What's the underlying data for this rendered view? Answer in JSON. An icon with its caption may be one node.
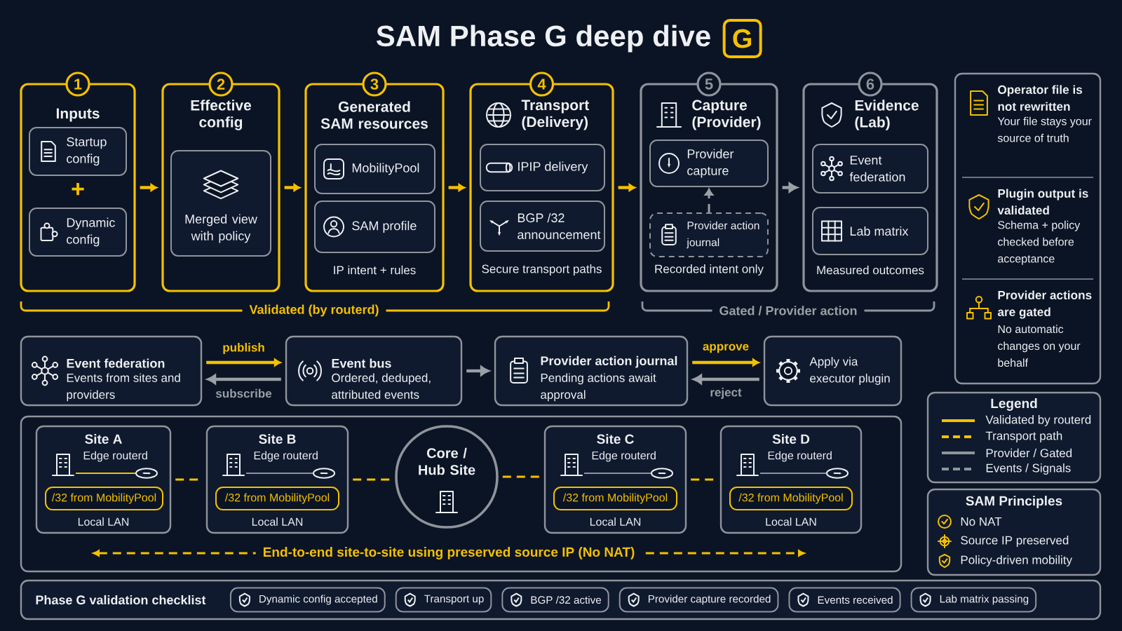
{
  "diagram": {
    "title": "SAM Phase G deep dive",
    "nodes": [
      {
        "text": [
          "1",
          "Inputs"
        ]
      },
      {
        "text": [
          "Startup config"
        ],
        "in": 0
      },
      {
        "text": [
          "Dynamic config"
        ],
        "in": 0
      },
      {
        "text": [
          "2",
          "Effective config"
        ]
      },
      {
        "text": [
          "Merged view with policy"
        ],
        "in": 3
      },
      {
        "text": [
          "3",
          "Generated SAM resources",
          "IP intent + rules"
        ]
      },
      {
        "text": [
          "MobilityPool"
        ],
        "in": 5
      },
      {
        "text": [
          "SAM profile"
        ],
        "in": 5
      },
      {
        "text": [
          "4",
          "Transport (Delivery)",
          "Secure transport paths"
        ]
      },
      {
        "text": [
          "IPIP delivery"
        ],
        "in": 8
      },
      {
        "text": [
          "BGP /32 announcement"
        ],
        "in": 8
      },
      {
        "text": [
          "5",
          "Capture (Provider)",
          "Recorded intent only"
        ]
      },
      {
        "text": [
          "Provider capture"
        ],
        "in": 11
      },
      {
        "text": [
          "Provider action journal"
        ],
        "in": 11
      },
      {
        "text": [
          "6",
          "Evidence (Lab)",
          "Measured outcomes"
        ]
      },
      {
        "text": [
          "Event federation"
        ],
        "in": 14
      },
      {
        "text": [
          "Lab matrix"
        ],
        "in": 14
      },
      {
        "text": [],
        "shape": "box"
      },
      {
        "text": [
          "Operator file is not rewritten",
          "Your file stays your source of truth"
        ],
        "in": 17
      },
      {
        "text": [
          "Plugin output is validated",
          "Schema + policy checked before acceptance"
        ],
        "in": 17
      },
      {
        "text": [
          "Provider actions are gated",
          "No automatic changes on your behalf"
        ],
        "in": 17
      },
      {
        "text": [
          "Event federation",
          "Events from sites and providers"
        ]
      },
      {
        "text": [
          "Event bus",
          "Ordered, deduped, attributed events"
        ]
      },
      {
        "text": [
          "Provider action journal",
          "Pending actions await approval"
        ]
      },
      {
        "text": [
          "Apply via executor plugin"
        ]
      },
      {
        "text": [],
        "shape": "box"
      },
      {
        "text": [
          "Site A",
          "Edge routerd",
          "Local LAN"
        ],
        "in": 25
      },
      {
        "text": [
          "/32 from MobilityPool"
        ],
        "in": 26
      },
      {
        "text": [
          "Site B",
          "Edge routerd",
          "Local LAN"
        ],
        "in": 25
      },
      {
        "text": [
          "/32 from MobilityPool"
        ],
        "in": 28
      },
      {
        "text": [
          "Core / Hub Site"
        ],
        "in": 25
      },
      {
        "text": [
          "Site C",
          "Edge routerd",
          "Local LAN"
        ],
        "in": 25
      },
      {
        "text": [
          "/32 from MobilityPool"
        ],
        "in": 31
      },
      {
        "text": [
          "Site D",
          "Edge routerd",
          "Local LAN"
        ],
        "in": 25
      },
      {
        "text": [
          "/32 from MobilityPool"
        ],
        "in": 33
      },
      {
        "text": [
          "SAM Principles",
          "No NAT",
          "Source IP preserved",
          "Policy-driven mobility"
        ]
      },
      {
        "text": [
          "Phase G validation checklist"
        ]
      },
      {
        "text": [
          "Dynamic config accepted"
        ],
        "in": 36
      },
      {
        "text": [
          "Transport up"
        ],
        "in": 36
      },
      {
        "text": [
          "BGP /32 active"
        ],
        "in": 36
      },
      {
        "text": [
          "Provider capture recorded"
        ],
        "in": 36
      },
      {
        "text": [
          "Events received"
        ],
        "in": 36
      },
      {
        "text": [
          "Lab matrix passing"
        ],
        "in": 36
      }
    ],
    "edges": [
      {
        "from": 0,
        "to": 3,
        "arrow": "to"
      },
      {
        "from": 3,
        "to": 5,
        "arrow": "to"
      },
      {
        "from": 5,
        "to": 8,
        "arrow": "to"
      },
      {
        "from": 8,
        "to": 11,
        "arrow": "to"
      },
      {
        "from": 11,
        "to": 14,
        "arrow": "to",
        "color": "#9aa0a6"
      },
      {
        "from": 13,
        "to": 12,
        "arrow": "to",
        "style": "dashed",
        "color": "#9aa0a6"
      },
      {
        "from": 21,
        "to": 22,
        "arrow": "to",
        "label": "publish"
      },
      {
        "from": 22,
        "to": 21,
        "arrow": "to",
        "label": "subscribe",
        "color": "#9aa0a6"
      },
      {
        "from": 22,
        "to": 23,
        "arrow": "to",
        "color": "#9aa0a6"
      },
      {
        "from": 23,
        "to": 24,
        "arrow": "to",
        "label": "approve"
      },
      {
        "from": 24,
        "to": 23,
        "arrow": "to",
        "label": "reject",
        "color": "#9aa0a6"
      },
      {
        "from": 26,
        "to": 28,
        "arrow": "none",
        "style": "dashed"
      },
      {
        "from": 28,
        "to": 30,
        "arrow": "none",
        "style": "dashed"
      },
      {
        "from": 30,
        "to": 31,
        "arrow": "none",
        "style": "dashed"
      },
      {
        "from": 31,
        "to": 33,
        "arrow": "none",
        "style": "dashed"
      }
    ],
    "labels": [
      "G",
      "+",
      "Validated (by routerd)",
      "Gated / Provider action",
      "End-to-end site-to-site using preserved source IP (No NAT)",
      "Legend"
    ],
    "legend": [
      {
        "text": "Validated by routerd"
      },
      {
        "text": "Transport path"
      },
      {
        "text": "Provider / Gated"
      },
      {
        "text": "Events / Signals"
      }
    ]
  }
}
